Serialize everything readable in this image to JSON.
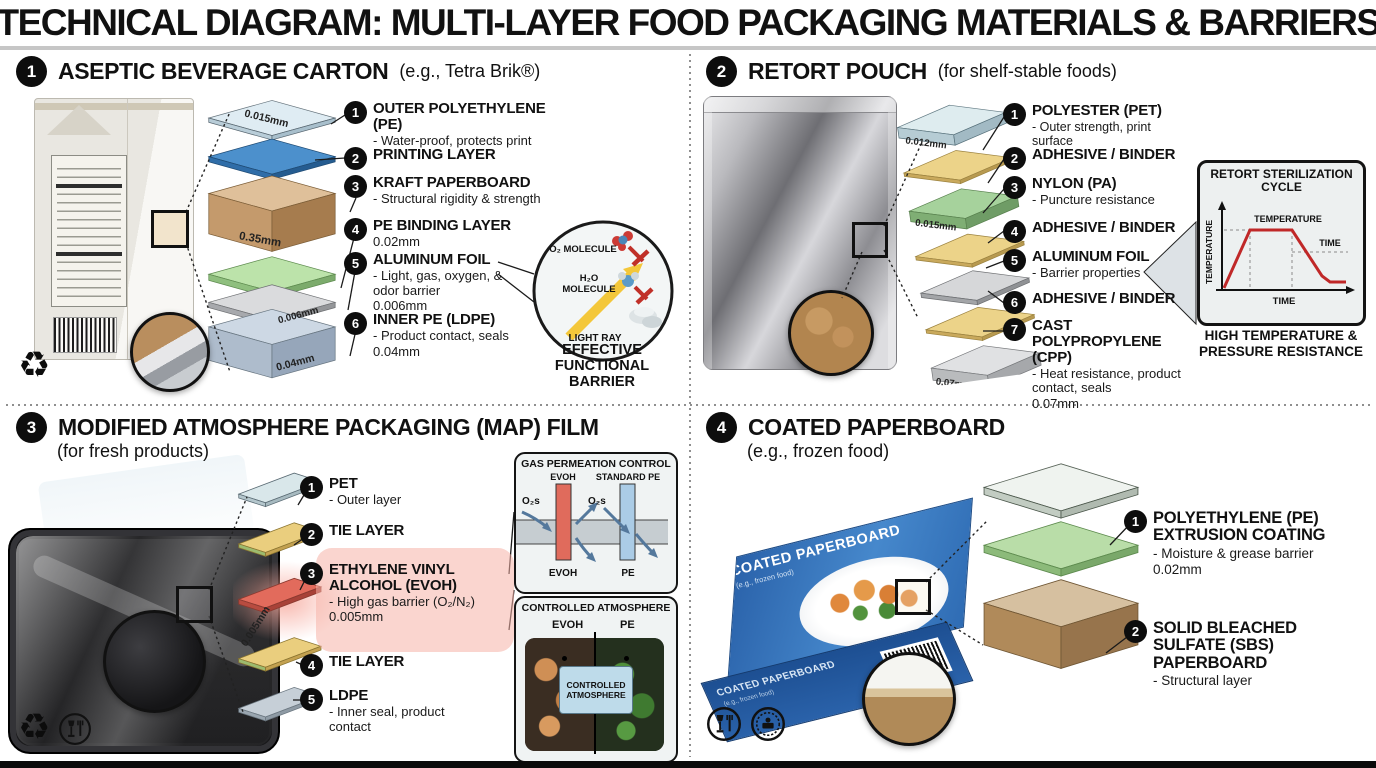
{
  "title": "TECHNICAL DIAGRAM: MULTI-LAYER FOOD PACKAGING MATERIALS & BARRIERS",
  "icons": {
    "recycle_symbol": "♻"
  },
  "colors": {
    "print_blue": "#4c90cc",
    "kraft": "#c49a6c",
    "foil_silver": "#c8c8cc",
    "pe_green": "#bce3aa",
    "adhesive_yellow": "#ecd389",
    "evoh_red": "#e26b5c",
    "chart_red": "#c02828",
    "box_blue": "#2a62aa"
  },
  "q1": {
    "num": "1",
    "heading": "ASEPTIC BEVERAGE CARTON",
    "sub": "(e.g., Tetra Brik®)",
    "layers": [
      {
        "n": "1",
        "name": "OUTER POLYETHYLENE (PE)",
        "d1": "- Water-proof, protects print"
      },
      {
        "n": "2",
        "name": "PRINTING LAYER"
      },
      {
        "n": "3",
        "name": "KRAFT PAPERBOARD",
        "d1": "- Structural rigidity & strength"
      },
      {
        "n": "4",
        "name": "PE BINDING LAYER",
        "d1": "0.02mm"
      },
      {
        "n": "5",
        "name": "ALUMINUM FOIL",
        "d1": "- Light, gas, oxygen, & odor barrier",
        "d2": "0.006mm"
      },
      {
        "n": "6",
        "name": "INNER PE (LDPE)",
        "d1": "- Product contact, seals",
        "d2": "0.04mm"
      }
    ],
    "stack": {
      "t1": "0.015mm",
      "t2": "0.35mm",
      "t3": "0.006mm",
      "t4": "0.04mm"
    },
    "inset": {
      "o2": "O₂ MOLECULE",
      "h2o1": "H₂O",
      "h2o2": "MOLECULE",
      "light": "LIGHT RAY",
      "caption": "EFFECTIVE FUNCTIONAL BARRIER"
    }
  },
  "q2": {
    "num": "2",
    "heading": "RETORT POUCH",
    "sub": "(for shelf-stable foods)",
    "layers": [
      {
        "n": "1",
        "name": "POLYESTER (PET)",
        "d1": "- Outer strength, print surface"
      },
      {
        "n": "2",
        "name": "ADHESIVE / BINDER"
      },
      {
        "n": "3",
        "name": "NYLON (PA)",
        "d1": "- Puncture resistance"
      },
      {
        "n": "4",
        "name": "ADHESIVE / BINDER"
      },
      {
        "n": "5",
        "name": "ALUMINUM FOIL",
        "d1": "- Barrier properties"
      },
      {
        "n": "6",
        "name": "ADHESIVE / BINDER"
      },
      {
        "n": "7",
        "name": "CAST POLYPROPYLENE (CPP)",
        "d1": "- Heat resistance, product contact, seals",
        "d2": "0.07mm"
      }
    ],
    "stack": {
      "t1": "0.012mm",
      "t2": "0.015mm",
      "t3": "0.07mm"
    },
    "chart": {
      "title": "RETORT STERILIZATION CYCLE",
      "ylabel": "TEMPERATURE",
      "xlabel": "TIME",
      "plateau": "TEMPERATURE",
      "time": "TIME",
      "caption": "HIGH TEMPERATURE & PRESSURE RESISTANCE"
    }
  },
  "q3": {
    "num": "3",
    "heading": "MODIFIED ATMOSPHERE PACKAGING (MAP) FILM",
    "sub": "(for fresh products)",
    "layers": [
      {
        "n": "1",
        "name": "PET",
        "d1": "- Outer layer"
      },
      {
        "n": "2",
        "name": "TIE LAYER"
      },
      {
        "n": "3",
        "name": "ETHYLENE VINYL ALCOHOL (EVOH)",
        "d1": "- High gas barrier (O₂/N₂)",
        "d2": "0.005mm"
      },
      {
        "n": "4",
        "name": "TIE LAYER"
      },
      {
        "n": "5",
        "name": "LDPE",
        "d1": "- Inner seal, product contact"
      }
    ],
    "stack": {
      "t1": "0.005mm"
    },
    "insetA": {
      "title": "GAS PERMEATION CONTROL",
      "evoh_top": "EVOH",
      "pe_top": "STANDARD PE",
      "o2_left": "O₂s",
      "o2_right": "O₂s",
      "evoh_bottom": "EVOH",
      "pe_bottom": "PE"
    },
    "insetB": {
      "title": "CONTROLLED ATMOSPHERE",
      "evoh": "EVOH",
      "pe": "PE",
      "center1": "CONTROLLED",
      "center2": "ATMOSPHERE"
    }
  },
  "q4": {
    "num": "4",
    "heading": "COATED PAPERBOARD",
    "sub": "(e.g., frozen food)",
    "layers": [
      {
        "n": "1",
        "name": "POLYETHYLENE (PE) EXTRUSION COATING",
        "d1": "- Moisture & grease barrier",
        "d2": "0.02mm"
      },
      {
        "n": "2",
        "name": "SOLID BLEACHED SULFATE (SBS) PAPERBOARD",
        "d1": "- Structural layer"
      }
    ],
    "box": {
      "title": "COATED PAPERBOARD",
      "sub": "(e.g., frozen food)"
    }
  }
}
